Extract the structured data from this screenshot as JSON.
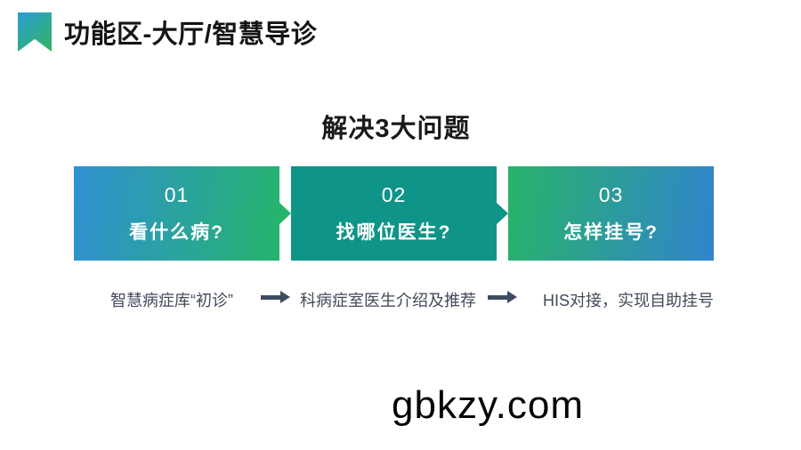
{
  "slide": {
    "header": {
      "title": "功能区-大厅/智慧导诊"
    },
    "section_title": "解决3大问题",
    "steps": [
      {
        "number": "01",
        "question": "看什么病?"
      },
      {
        "number": "02",
        "question": "找哪位医生?"
      },
      {
        "number": "03",
        "question": "怎样挂号?"
      }
    ],
    "captions": [
      "智慧病症库“初诊”",
      "科病症室医生介绍及推荐",
      "HIS对接，实现自助挂号"
    ],
    "watermark": "gbkzy.com",
    "colors": {
      "step1_gradient_from": "#3090d4",
      "step1_gradient_to": "#25b46b",
      "step2_fill": "#0f9488",
      "step3_gradient_from": "#28b369",
      "step3_gradient_to": "#3184cd",
      "icon_gradient_from": "#2a9ed2",
      "icon_gradient_to": "#33b45f",
      "flow_arrow": "#3d4c63",
      "caption_text": "#414b59",
      "step_text": "#ffffff",
      "title_text": "#191919"
    }
  }
}
